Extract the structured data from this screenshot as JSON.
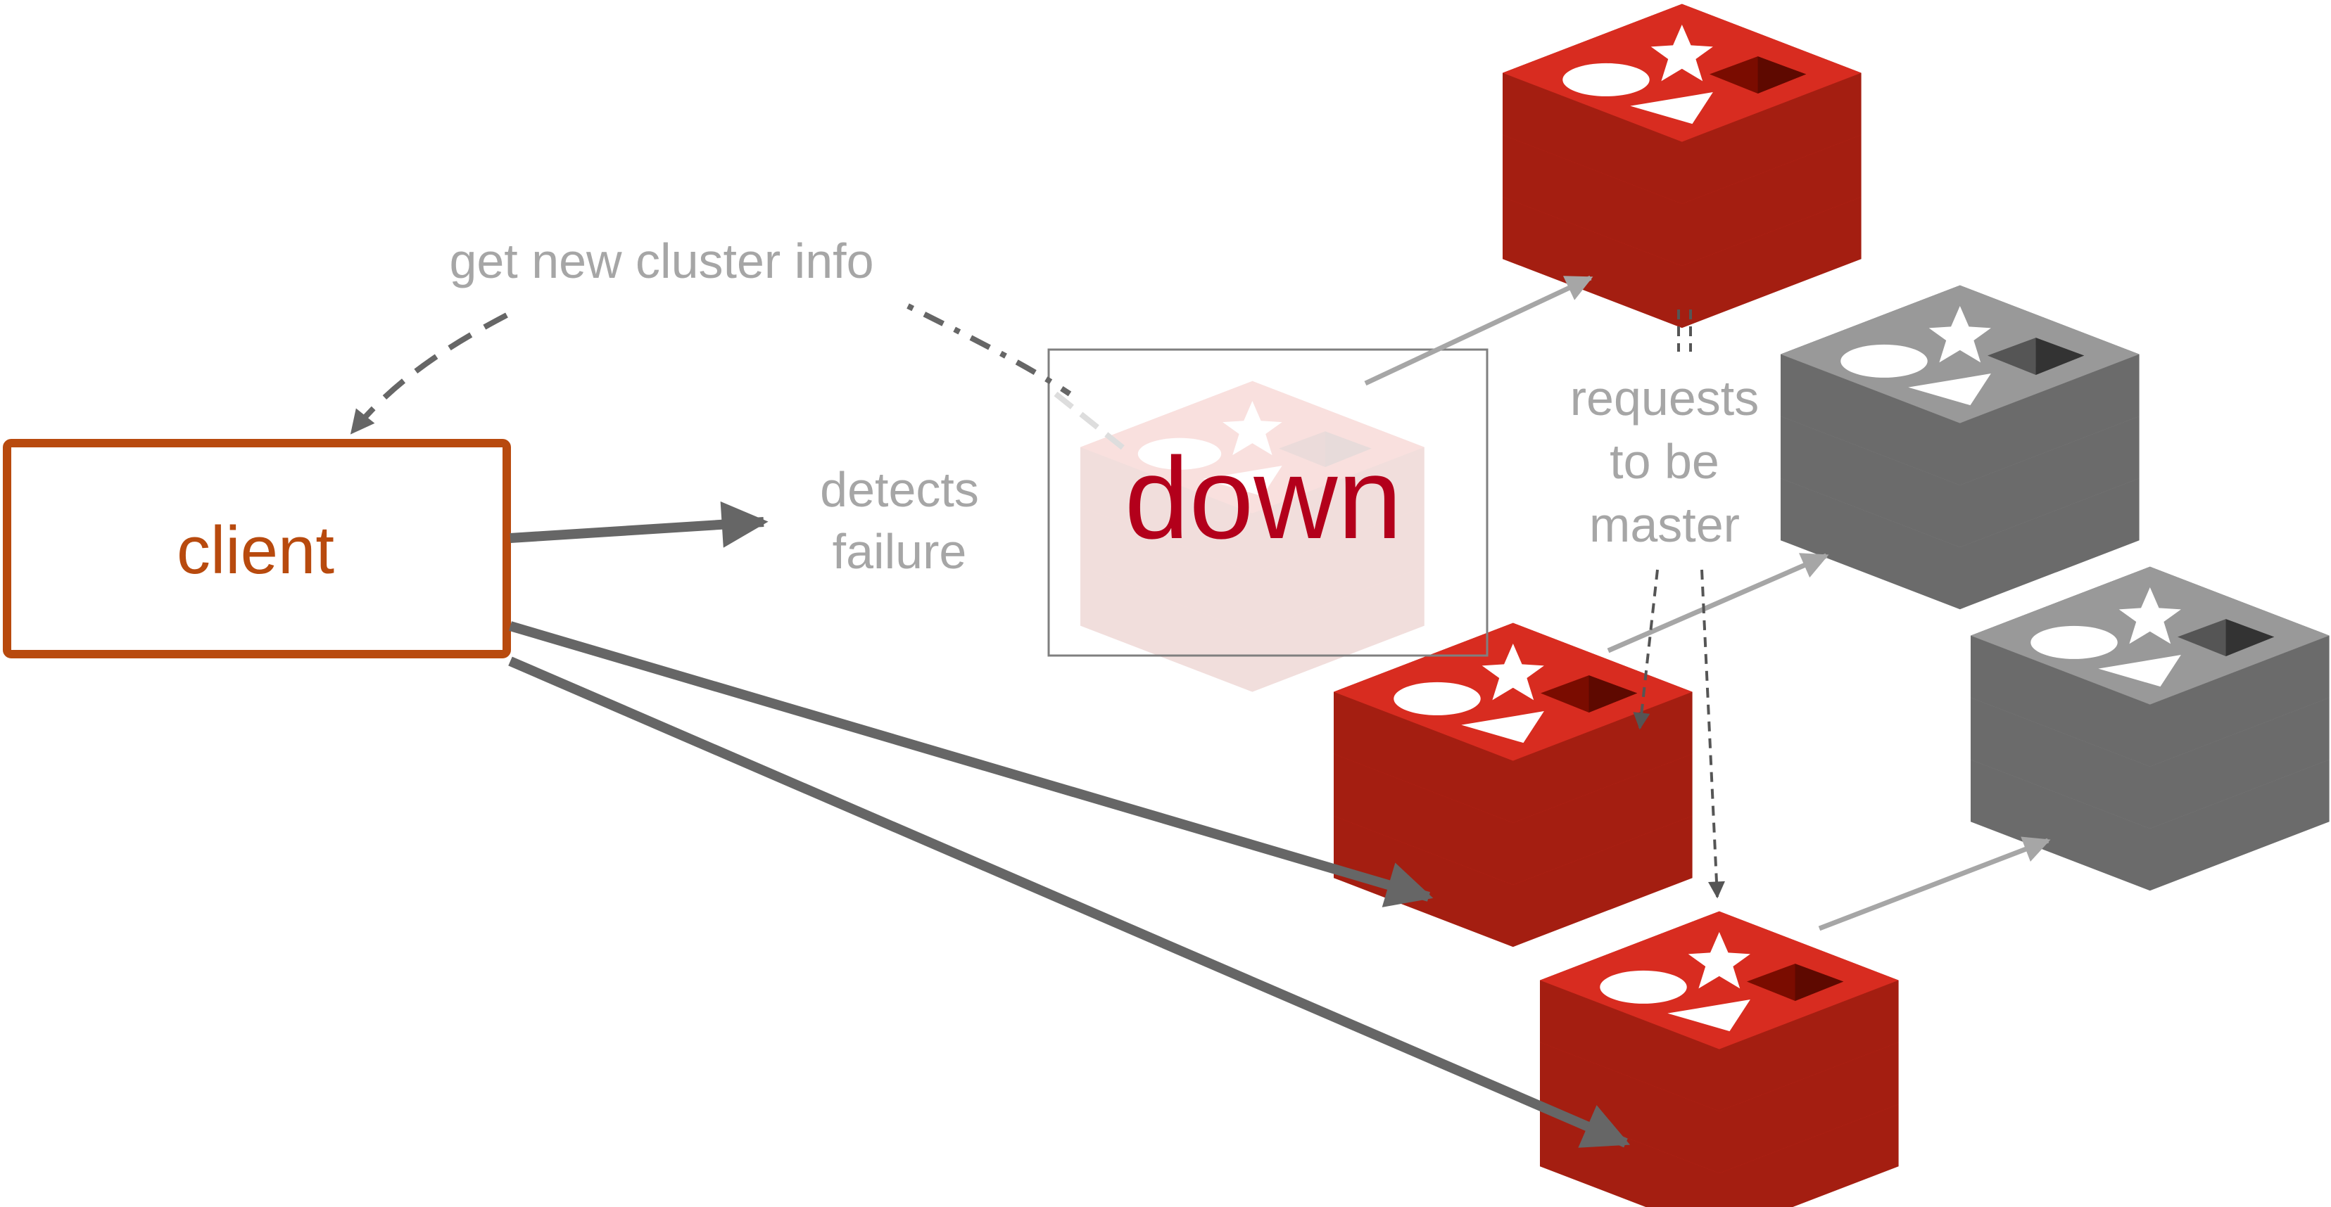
{
  "labels": {
    "client": "client",
    "get_new_cluster_info": "get new cluster info",
    "detects_line1": "detects",
    "detects_line2": "failure",
    "down": "down",
    "requests_line1": "requests",
    "requests_line2": "to be",
    "requests_line3": "master"
  },
  "nodes": [
    {
      "id": "top-master",
      "role": "master",
      "color": "red",
      "status": "up"
    },
    {
      "id": "down-master",
      "role": "master",
      "color": "red",
      "status": "down"
    },
    {
      "id": "middle-master",
      "role": "master",
      "color": "red",
      "status": "up"
    },
    {
      "id": "bottom-master",
      "role": "master",
      "color": "red",
      "status": "up"
    },
    {
      "id": "replica-upper",
      "role": "replica",
      "color": "gray",
      "status": "up"
    },
    {
      "id": "replica-lower",
      "role": "replica",
      "color": "gray",
      "status": "up"
    }
  ],
  "colors": {
    "client_border": "#b84a0e",
    "client_text": "#b84a0e",
    "down_text": "#b3001b",
    "label_gray": "#a6a6a6",
    "arrow_dark": "#666666",
    "arrow_light": "#a6a6a6",
    "redis_top": "#d82c20",
    "redis_side": "#a41e11",
    "redis_deep": "#7a0c00",
    "replica_top": "#999999",
    "replica_side": "#6b6b6b",
    "replica_deep": "#333333"
  },
  "icons": [
    "redis-logo-icon"
  ]
}
